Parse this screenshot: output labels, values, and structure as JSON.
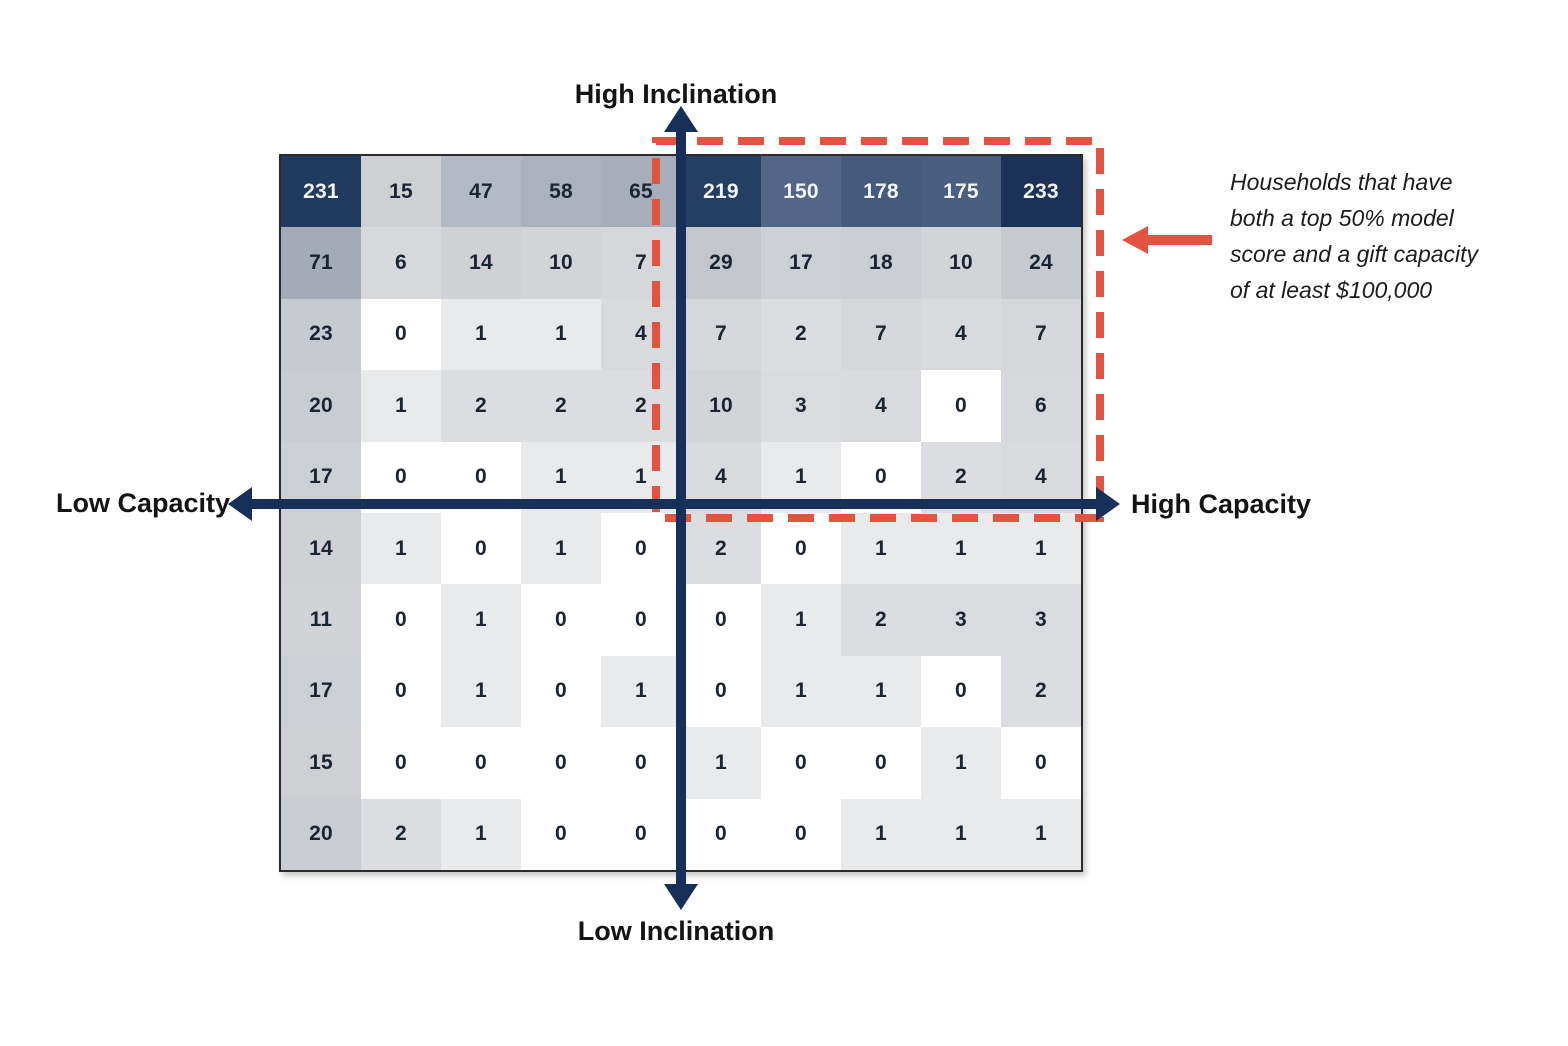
{
  "chart_data": {
    "type": "heatmap",
    "description": "10x10 capacity vs inclination household count matrix",
    "rows": 10,
    "cols": 10,
    "values": [
      [
        231,
        15,
        47,
        58,
        65,
        219,
        150,
        178,
        175,
        233
      ],
      [
        71,
        6,
        14,
        10,
        7,
        29,
        17,
        18,
        10,
        24
      ],
      [
        23,
        0,
        1,
        1,
        4,
        7,
        2,
        7,
        4,
        7
      ],
      [
        20,
        1,
        2,
        2,
        2,
        10,
        3,
        4,
        0,
        6
      ],
      [
        17,
        0,
        0,
        1,
        1,
        4,
        1,
        0,
        2,
        4
      ],
      [
        14,
        1,
        0,
        1,
        0,
        2,
        0,
        1,
        1,
        1
      ],
      [
        11,
        0,
        1,
        0,
        0,
        0,
        1,
        2,
        3,
        3
      ],
      [
        17,
        0,
        1,
        0,
        1,
        0,
        1,
        1,
        0,
        2
      ],
      [
        15,
        0,
        0,
        0,
        0,
        1,
        0,
        0,
        1,
        0
      ],
      [
        20,
        2,
        1,
        0,
        0,
        0,
        0,
        1,
        1,
        1
      ]
    ],
    "axis_labels": {
      "top": "High Inclination",
      "bottom": "Low Inclination",
      "left": "Low Capacity",
      "right": "High Capacity"
    },
    "annotation": {
      "text": "Households that have both a top 50% model score and a gift capacity of at least $100,000",
      "lines": [
        "Households that have",
        "both a top 50% model",
        "score and a gift capacity",
        "of at least $100,000"
      ]
    },
    "highlight_region": {
      "rows": "1-5",
      "cols": "6-10",
      "style": "red dashed rectangle"
    },
    "value_colors": {
      "0": "#ffffff",
      "1": "#e9eaec",
      "2": "#dcdde0",
      "3": "#dadbde",
      "4": "#d8dadd",
      "6": "#d6d8db",
      "7": "#d5d7da",
      "10": "#d2d4d8",
      "11": "#d1d3d7",
      "14": "#cfd1d5",
      "15": "#ced0d4",
      "17": "#cccfd3",
      "18": "#cbced2",
      "20": "#c9ccd1",
      "23": "#c7cacf",
      "24": "#c6c9ce",
      "29": "#c3c7cc",
      "47": "#b4bac3",
      "58": "#acb2bc",
      "65": "#a8aeb9",
      "71": "#a5abb6",
      "150": "#546687",
      "175": "#495e80",
      "178": "#465b7c",
      "219": "#253e63",
      "231": "#203a60",
      "233": "#1c3158"
    },
    "light_text_min_value": 150,
    "colors": {
      "axis_navy": "#17305a",
      "highlight_red": "#e2543f",
      "cell_text_dark": "#1b2433",
      "cell_text_light": "#f2f4f7",
      "grid_border": "#2b2b2b",
      "label_text": "#141414"
    }
  }
}
